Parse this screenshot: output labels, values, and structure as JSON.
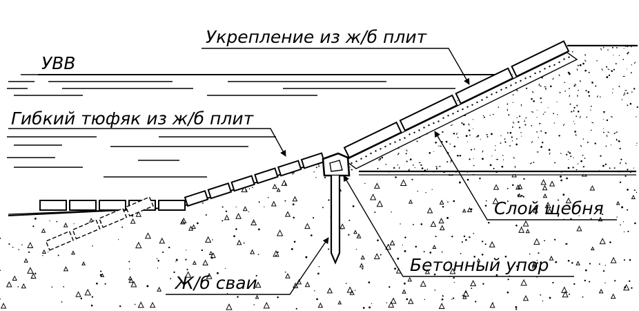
{
  "labels": {
    "water_level": "УВВ",
    "slab_revetment": "Укрепление из ж/б плит",
    "flexible_mattress": "Гибкий тюфяк из ж/б плит",
    "gravel_layer": "Слой щебня",
    "concrete_stop": "Бетонный упор",
    "rc_piles": "Ж/б сваи"
  },
  "colors": {
    "ink": "#000000",
    "paper": "#ffffff"
  }
}
